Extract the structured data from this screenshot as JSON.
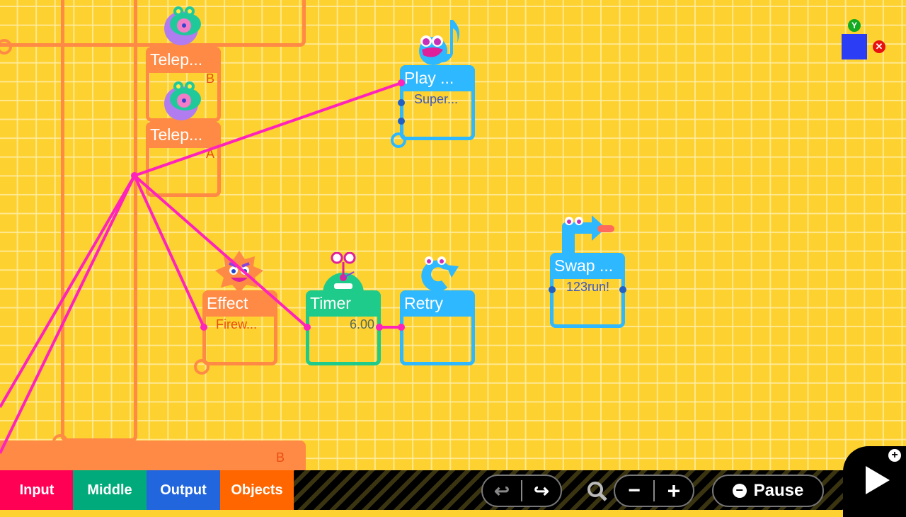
{
  "nodes": {
    "teleport_b": {
      "title": "Telep...",
      "label": "B"
    },
    "teleport_a": {
      "title": "Telep...",
      "label": "A"
    },
    "play_sfx": {
      "title": "Play ...",
      "value": "Super..."
    },
    "effect": {
      "title": "Effect",
      "value": "Firew..."
    },
    "timer": {
      "title": "Timer",
      "value": "6.00"
    },
    "retry": {
      "title": "Retry"
    },
    "swap": {
      "title": "Swap ...",
      "value": "123run!"
    },
    "bottom_node": {
      "label": "B"
    }
  },
  "axes": {
    "y_label": "Y",
    "x_label": "x"
  },
  "toolbar": {
    "tabs": [
      {
        "label": "Input",
        "color": "#FF0055"
      },
      {
        "label": "Middle",
        "color": "#00AA7A"
      },
      {
        "label": "Output",
        "color": "#2266DD"
      },
      {
        "label": "Objects",
        "color": "#FF6600"
      }
    ],
    "undo_icon": "undo-arrow",
    "redo_icon": "redo-arrow",
    "zoom_icon": "magnifier",
    "zoom_out": "−",
    "zoom_in": "+",
    "pause_label": "Pause",
    "play_icon": "play-triangle"
  },
  "colors": {
    "canvas": "#FDD12F",
    "wire": "#FF22BB",
    "orange": "#FF8A45",
    "blue": "#2DB8FF",
    "green": "#1FCB8A"
  }
}
